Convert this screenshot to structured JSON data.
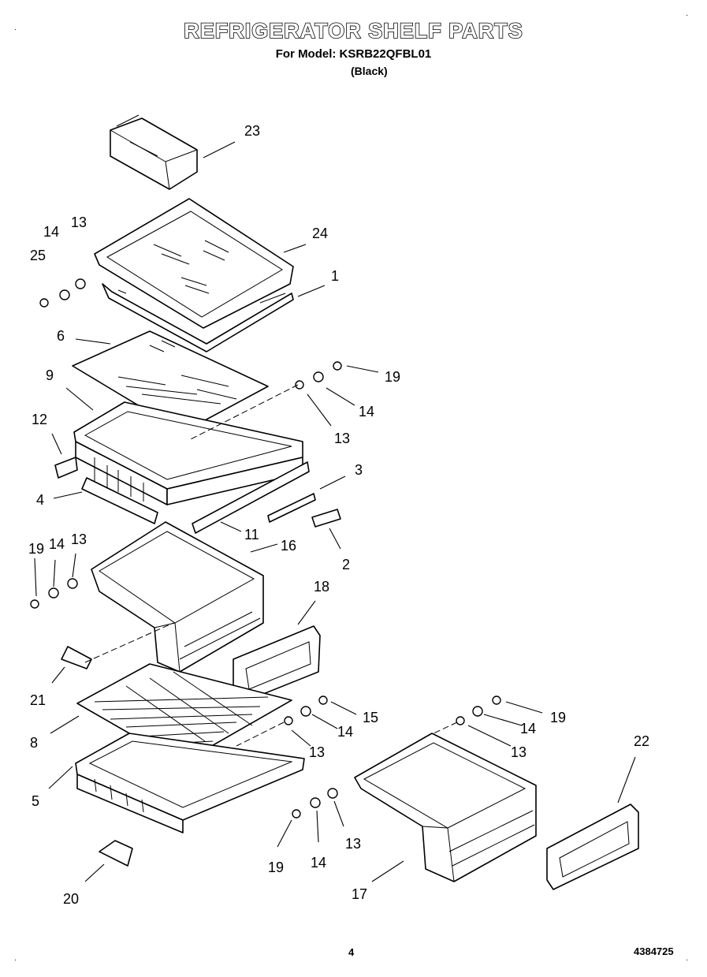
{
  "header": {
    "title": "REFRIGERATOR SHELF PARTS",
    "model_line": "For Model: KSRB22QFBL01",
    "variant": "(Black)"
  },
  "footer": {
    "page_number": "4",
    "document_number": "4384725"
  },
  "callouts": [
    "23",
    "14",
    "13",
    "25",
    "24",
    "1",
    "6",
    "9",
    "19",
    "14",
    "13",
    "12",
    "3",
    "4",
    "11",
    "2",
    "19",
    "14",
    "13",
    "16",
    "18",
    "21",
    "15",
    "14",
    "19",
    "14",
    "8",
    "13",
    "13",
    "22",
    "5",
    "13",
    "19",
    "14",
    "17",
    "20"
  ]
}
